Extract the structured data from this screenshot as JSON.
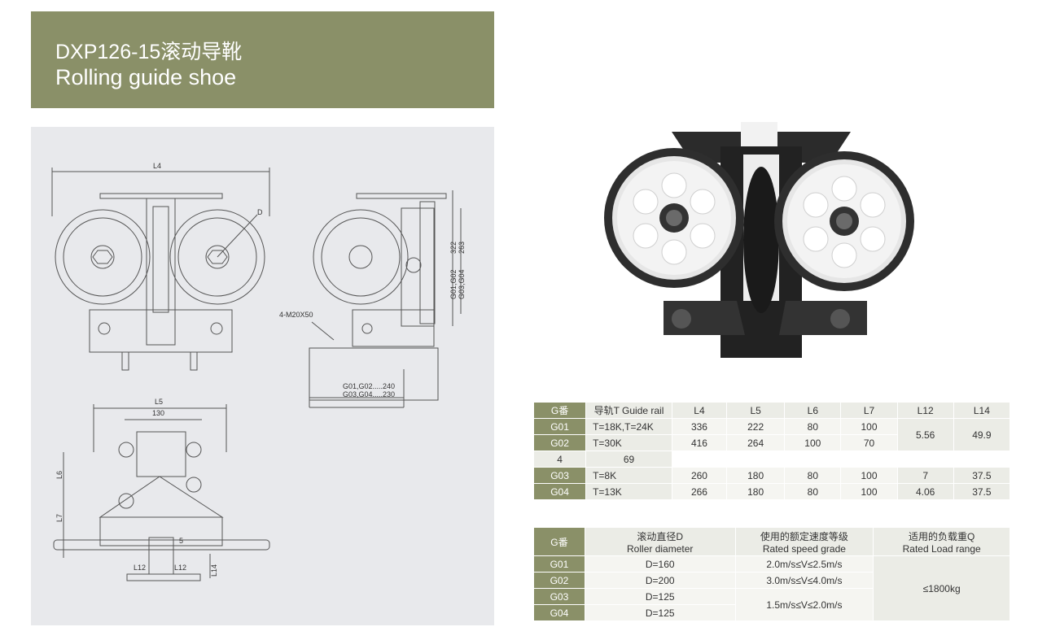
{
  "header": {
    "title_model": "DXP126-15滚动导靴",
    "title_en": "Rolling guide shoe"
  },
  "drawing_labels": {
    "l4": "L4",
    "d": "D",
    "bolt": "4-M20X50",
    "h1": "322",
    "h2": "263",
    "g_side_a": "G01,G02",
    "g_side_b": "G03,G04",
    "base_a": "G01,G02.....240",
    "base_b": "G03,G04.....230",
    "l5": "L5",
    "v130": "130",
    "l6": "L6",
    "l7": "L7",
    "v5": "5",
    "l12a": "L12",
    "l12b": "L12",
    "l14": "L14"
  },
  "table1": {
    "headers": [
      "G番",
      "导轨T Guide rail",
      "L4",
      "L5",
      "L6",
      "L7",
      "L12",
      "L14"
    ],
    "rows": {
      "g01": {
        "code": "G01",
        "l4": "336",
        "l5": "222",
        "l6": "80",
        "l7": "100"
      },
      "g02": {
        "code": "G02",
        "l4": "416",
        "l5": "264",
        "l6": "100",
        "l7": "70"
      },
      "rail_a": "T=18K,T=24K",
      "rail_b": "T=30K",
      "l12_a": "5.56",
      "l14_a": "49.9",
      "l12_b": "4",
      "l14_b": "69",
      "g03": {
        "code": "G03",
        "rail": "T=8K",
        "l4": "260",
        "l5": "180",
        "l6": "80",
        "l7": "100",
        "l12": "7",
        "l14": "37.5"
      },
      "g04": {
        "code": "G04",
        "rail": "T=13K",
        "l4": "266",
        "l5": "180",
        "l6": "80",
        "l7": "100",
        "l12": "4.06",
        "l14": "37.5"
      }
    }
  },
  "table2": {
    "h_code": "G番",
    "h_d_cn": "滚动直径D",
    "h_d_en": "Roller diameter",
    "h_v_cn": "使用的额定速度等级",
    "h_v_en": "Rated speed grade",
    "h_q_cn": "适用的负载重Q",
    "h_q_en": "Rated Load range",
    "rows": [
      {
        "code": "G01",
        "d": "D=160"
      },
      {
        "code": "G02",
        "d": "D=200"
      },
      {
        "code": "G03",
        "d": "D=125"
      },
      {
        "code": "G04",
        "d": "D=125"
      }
    ],
    "v1": "2.0m/s≤V≤2.5m/s",
    "v2": "3.0m/s≤V≤4.0m/s",
    "v3": "1.5m/s≤V≤2.0m/s",
    "q": "≤1800kg"
  },
  "colors": {
    "accent": "#8a9068",
    "drawing_bg": "#e8e9ec"
  }
}
